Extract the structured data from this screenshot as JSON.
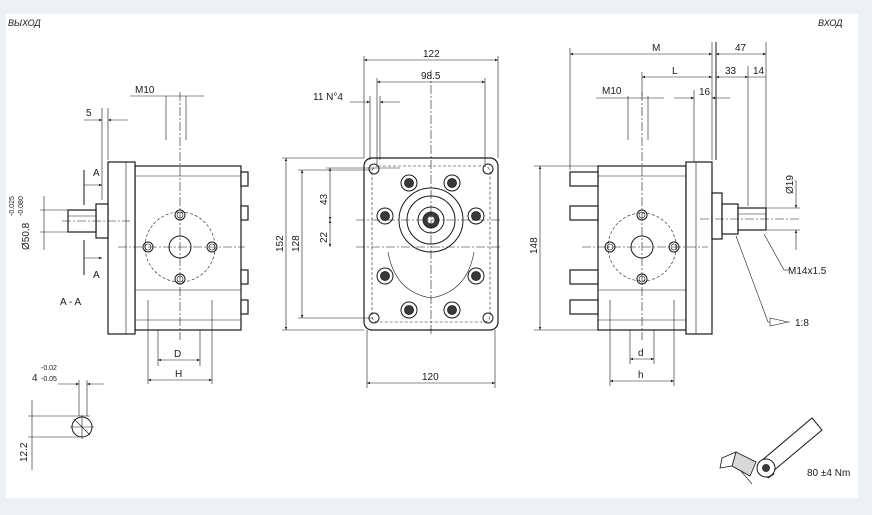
{
  "titles": {
    "left": "ВЫХОД",
    "right": "ВХОД"
  },
  "left_view": {
    "thread": "M10",
    "dim_5": "5",
    "label_a_top": "A",
    "label_a_bottom": "A",
    "diameter": "Ø50.8",
    "diameter_tol_upper": "-0.025",
    "diameter_tol_lower": "-0.080",
    "section_label": "A - A",
    "dim_D": "D",
    "dim_H": "H"
  },
  "key_detail": {
    "width": "4",
    "tol_upper": "-0.02",
    "tol_lower": "-0.05",
    "height": "12.2"
  },
  "front_view": {
    "width_top": "122",
    "width_inner": "98.5",
    "holes": "11 N°4",
    "height_total": "152",
    "height_inner": "128",
    "offset_43": "43",
    "offset_22": "22",
    "width_bottom": "120"
  },
  "right_view": {
    "dim_M": "M",
    "dim_47": "47",
    "dim_L": "L",
    "dim_33": "33",
    "dim_14": "14",
    "thread": "M10",
    "dim_16": "16",
    "shaft_dia": "Ø19",
    "height": "148",
    "shaft_thread": "M14x1.5",
    "taper": "1:8",
    "dim_d": "d",
    "dim_h": "h"
  },
  "torque": "80 ±4 Nm"
}
